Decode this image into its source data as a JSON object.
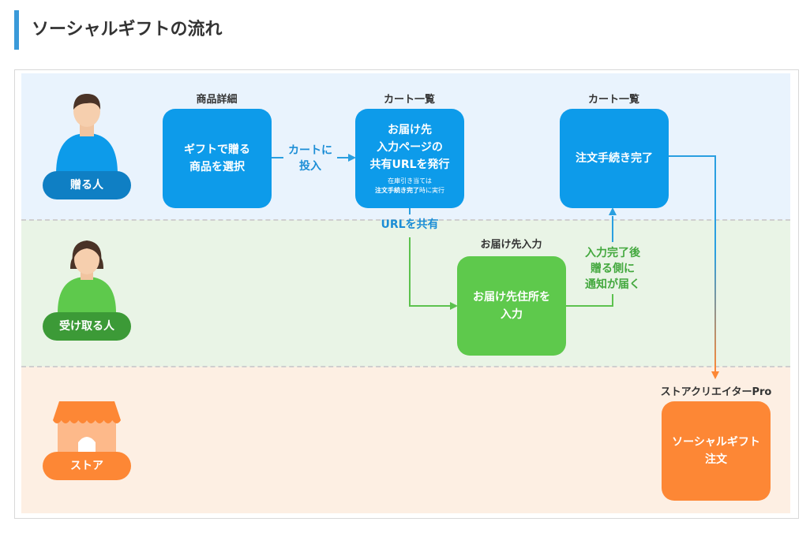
{
  "page": {
    "title": "ソーシャルギフトの流れ"
  },
  "actors": {
    "giver": "贈る人",
    "receiver": "受け取る人",
    "store": "ストア"
  },
  "nodes": {
    "product_detail": {
      "caption": "商品詳細",
      "lines": [
        "ギフトで贈る",
        "商品を選択"
      ]
    },
    "cart_share": {
      "caption": "カート一覧",
      "lines": [
        "お届け先",
        "入力ページの",
        "共有URLを発行"
      ],
      "note_line1": "在庫引き当ては",
      "note_bold": "注文手続き完了",
      "note_suffix": "時に実行"
    },
    "cart_complete": {
      "caption": "カート一覧",
      "lines": [
        "注文手続き完了"
      ]
    },
    "address_input": {
      "caption": "お届け先入力",
      "lines": [
        "お届け先住所を",
        "入力"
      ]
    },
    "store_order": {
      "caption": "ストアクリエイターPro",
      "lines": [
        "ソーシャルギフト",
        "注文"
      ]
    }
  },
  "edges": {
    "add_to_cart": [
      "カートに",
      "投入"
    ],
    "share_url": [
      "URLを共有"
    ],
    "notify": [
      "入力完了後",
      "贈る側に",
      "通知が届く"
    ]
  },
  "colors": {
    "giver": "#0d9bea",
    "giver_label": "#0f7fc4",
    "receiver": "#5ec94c",
    "receiver_label": "#3c9a37",
    "store": "#fd8735",
    "blue_line": "#2a9fe0",
    "green_line": "#5cc24e"
  }
}
